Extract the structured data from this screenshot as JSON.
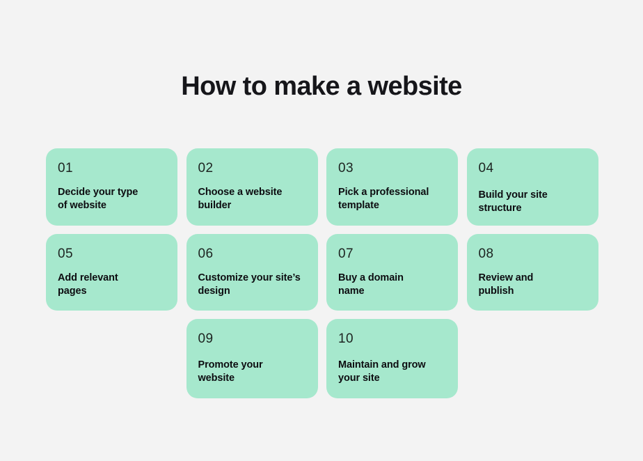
{
  "page": {
    "title": "How to make a website",
    "background_color": "#f3f3f3",
    "card_color": "#a6e8cd",
    "text_color": "#0d0d11"
  },
  "cards": [
    {
      "number": "01",
      "label": "Decide your type\nof website"
    },
    {
      "number": "02",
      "label": "Choose a website\nbuilder"
    },
    {
      "number": "03",
      "label": "Pick a professional\ntemplate"
    },
    {
      "number": "04",
      "label": "Build your site\nstructure"
    },
    {
      "number": "05",
      "label": "Add relevant\npages"
    },
    {
      "number": "06",
      "label": "Customize your site’s\ndesign"
    },
    {
      "number": "07",
      "label": "Buy a domain\nname"
    },
    {
      "number": "08",
      "label": "Review and\npublish"
    },
    {
      "number": "09",
      "label": "Promote your\nwebsite"
    },
    {
      "number": "10",
      "label": "Maintain and grow\nyour site"
    }
  ]
}
